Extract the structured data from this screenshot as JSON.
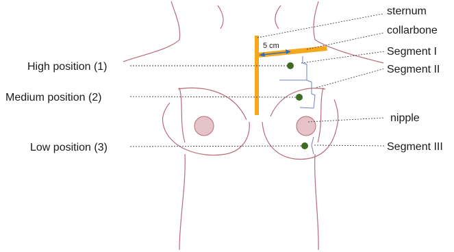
{
  "labels": {
    "sternum": "sternum",
    "collarbone": "collarbone",
    "segment_1": "Segment I",
    "segment_2": "Segment II",
    "nipple": "nipple",
    "segment_3": "Segment III",
    "high": "High position (1)",
    "medium": "Medium position (2)",
    "low": "Low position (3)",
    "distance": "5 cm"
  },
  "colors": {
    "body_outline": "#b86a78",
    "areola": "#e6c3c8",
    "sternum_bar": "#f5a81c",
    "position_dot": "#3d6b22",
    "bracket": "#6f7fc4",
    "measure_arrow": "#2e6fc4"
  }
}
